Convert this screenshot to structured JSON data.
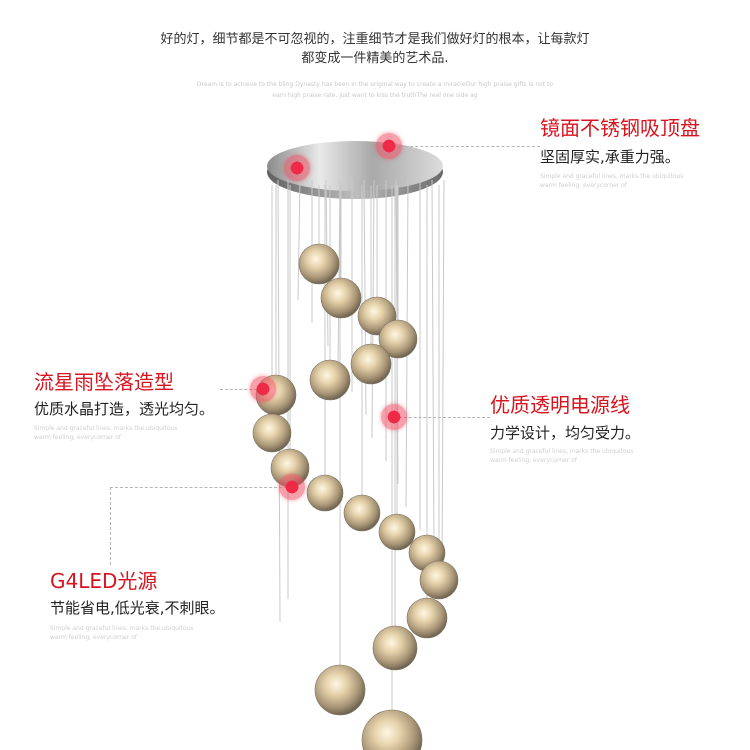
{
  "intro": {
    "line1": "好的灯，细节都是不可忽视的，注重细节才是我们做好灯的根本，让每款灯",
    "line2": "都变成一件精美的艺术品.",
    "en_line1": "Dream is to achieve to the bling Dynasty has been in the original way to create a miracleOur high praise gifts is not to",
    "en_line2": "earn high praise rate, just want to kiss the truthThe real one side ag"
  },
  "features": [
    {
      "title": "镜面不锈钢吸顶盘",
      "desc": "坚固厚实,承重力强。",
      "faint1": "Simple and graceful lines, marks the ubiquitous",
      "faint2": "warm feeling, everycorner of"
    },
    {
      "title": "流星雨坠落造型",
      "desc": "优质水晶打造，透光均匀。",
      "faint1": "Simple and graceful lines, marks the ubiquitous",
      "faint2": "warm feeling, everycorner of"
    },
    {
      "title": "优质透明电源线",
      "desc": "力学设计，均匀受力。",
      "faint1": "Simple and graceful lines, marks the ubiquitous",
      "faint2": "warm feeling, everycorner of"
    },
    {
      "title": "G4LED光源",
      "desc": "节能省电,低光衰,不刺眼。",
      "faint1": "Simple and graceful lines, marks the ubiquitous",
      "faint2": "warm feeling, everycorner of"
    }
  ],
  "colors": {
    "accent": "#d8141f",
    "hotspot": "#ef2a46"
  }
}
